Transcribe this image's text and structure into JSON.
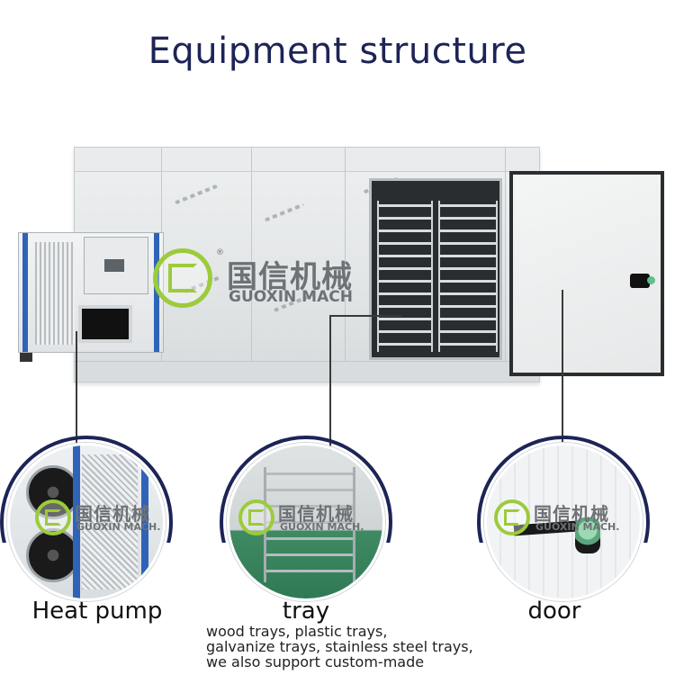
{
  "title": "Equipment structure",
  "brand": {
    "name_cn": "国信机械",
    "name_en": "GUOXIN MACH",
    "name_en_small": "GUOXIN MACH.",
    "reg_mark": "®",
    "color_logo": "#9ccb3b",
    "color_text": "#6e7175"
  },
  "colors": {
    "title": "#1d2456",
    "ring": "#1d2456",
    "accent_blue": "#2f63b8"
  },
  "components": [
    {
      "label": "Heat pump"
    },
    {
      "label": "tray"
    },
    {
      "label": "door"
    }
  ],
  "tray_notes": [
    "wood trays, plastic trays,",
    "galvanize trays, stainless steel trays,",
    "we also support custom-made"
  ]
}
